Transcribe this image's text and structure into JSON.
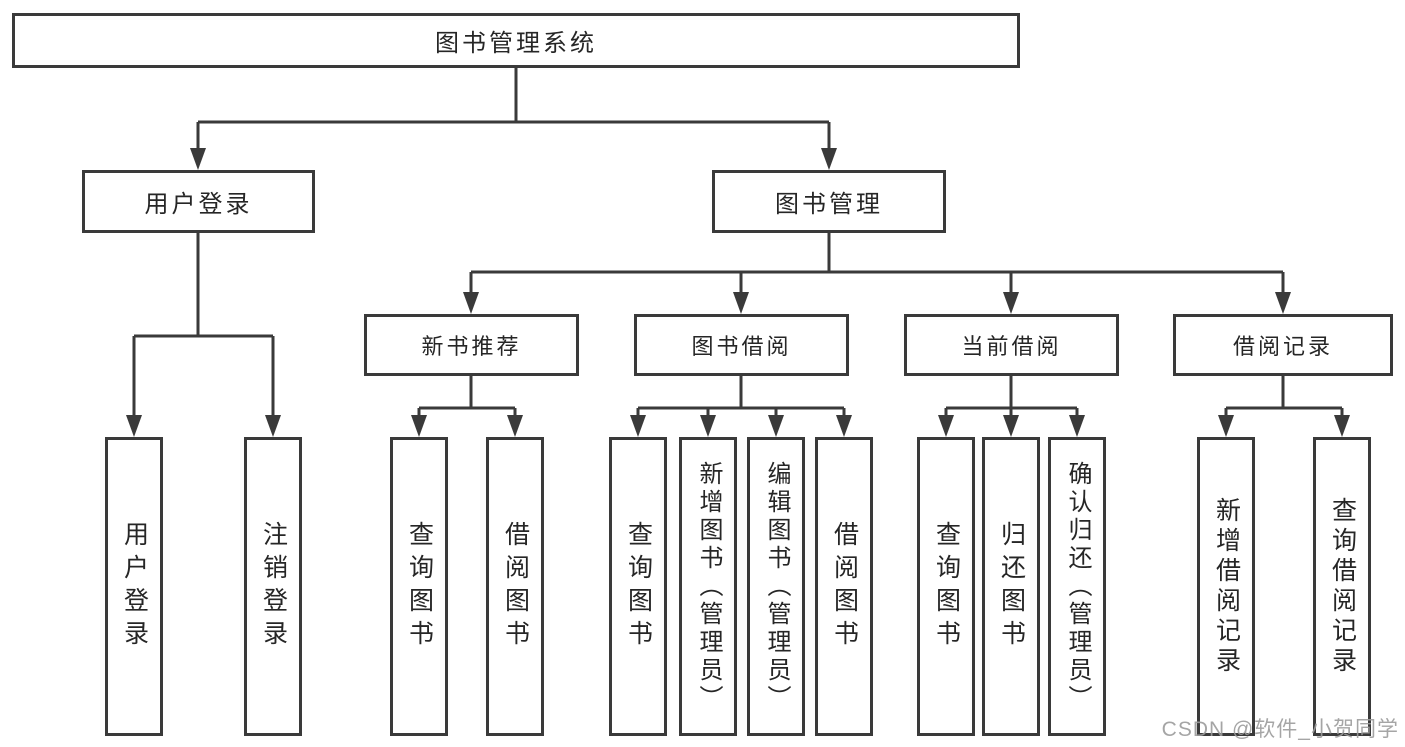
{
  "nodes": {
    "root": "图书管理系统",
    "user_login": "用户登录",
    "book_management": "图书管理",
    "new_book_recommend": "新书推荐",
    "book_borrow": "图书借阅",
    "current_borrow": "当前借阅",
    "borrow_records": "借阅记录",
    "leaf_user_login": "用户登录",
    "leaf_logout": "注销登录",
    "leaf_nb_query_books": "查询图书",
    "leaf_nb_borrow_books": "借阅图书",
    "leaf_bb_query_books": "查询图书",
    "leaf_bb_add_books": "新增图书（管理员）",
    "leaf_bb_edit_books": "编辑图书（管理员）",
    "leaf_bb_borrow_books": "借阅图书",
    "leaf_cb_query_books": "查询图书",
    "leaf_cb_return_books": "归还图书",
    "leaf_cb_confirm_return": "确认归还（管理员）",
    "leaf_br_add_record": "新增借阅记录",
    "leaf_br_query_record": "查询借阅记录"
  },
  "watermark": "CSDN @软件_小贺同学",
  "colors": {
    "line": "#3a3a3a",
    "text": "#262626",
    "watermark": "#9c9c9c",
    "background": "#ffffff"
  }
}
